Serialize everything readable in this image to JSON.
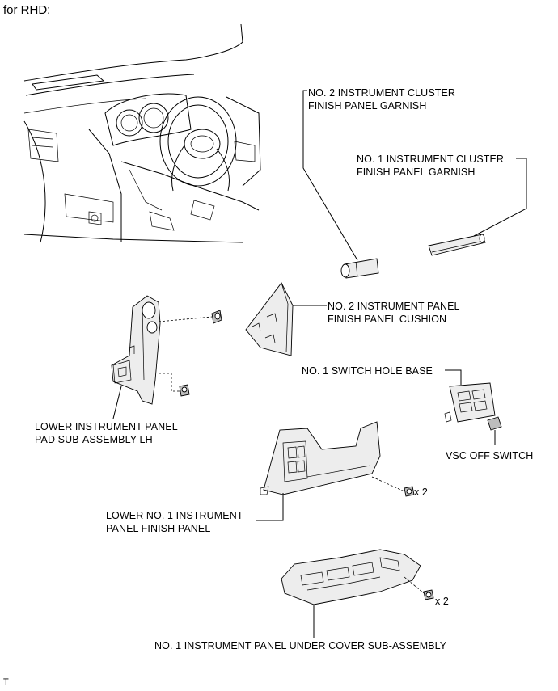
{
  "title": "for RHD:",
  "labels": {
    "no2_cluster_garnish": [
      "NO. 2 INSTRUMENT CLUSTER",
      "FINISH PANEL GARNISH"
    ],
    "no1_cluster_garnish": [
      "NO. 1 INSTRUMENT CLUSTER",
      "FINISH PANEL GARNISH"
    ],
    "no2_panel_cushion": [
      "NO. 2 INSTRUMENT PANEL",
      "FINISH PANEL CUSHION"
    ],
    "switch_hole_base": "NO. 1 SWITCH HOLE BASE",
    "lower_pad_lh": [
      "LOWER INSTRUMENT PANEL",
      "PAD SUB-ASSEMBLY LH"
    ],
    "vsc_off_switch": "VSC OFF SWITCH",
    "lower_no1_finish_panel": [
      "LOWER NO. 1 INSTRUMENT",
      "PANEL FINISH PANEL"
    ],
    "under_cover": "NO. 1 INSTRUMENT PANEL UNDER COVER SUB-ASSEMBLY",
    "qty_finish_panel": "x 2",
    "qty_under_cover": "x 2"
  },
  "footer": "T",
  "icons": [
    "dashboard-overview-illustration",
    "clip-icon",
    "bolt-icon"
  ]
}
